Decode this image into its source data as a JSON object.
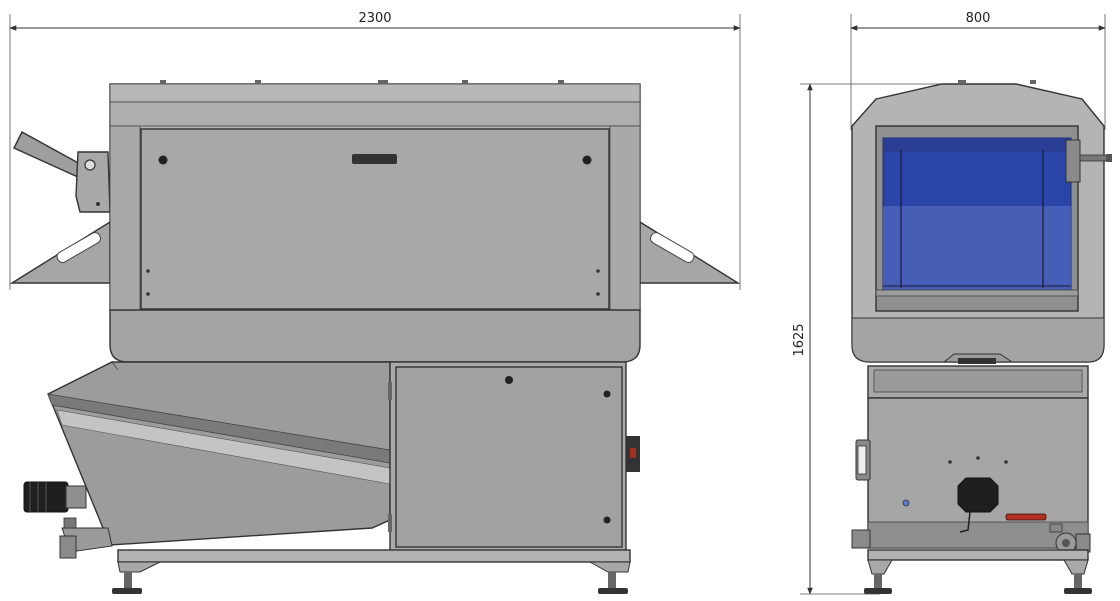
{
  "dimensions": {
    "front_width": "2300",
    "side_width": "800",
    "height": "1625"
  },
  "colors": {
    "steel_light": "#b4b4b4",
    "steel_mid": "#a2a2a2",
    "steel_dark": "#8c8c8c",
    "window_blue": "#2a45a8",
    "window_blue_light": "#4b63b8",
    "accent_red": "#b03020",
    "outline": "#333333"
  }
}
